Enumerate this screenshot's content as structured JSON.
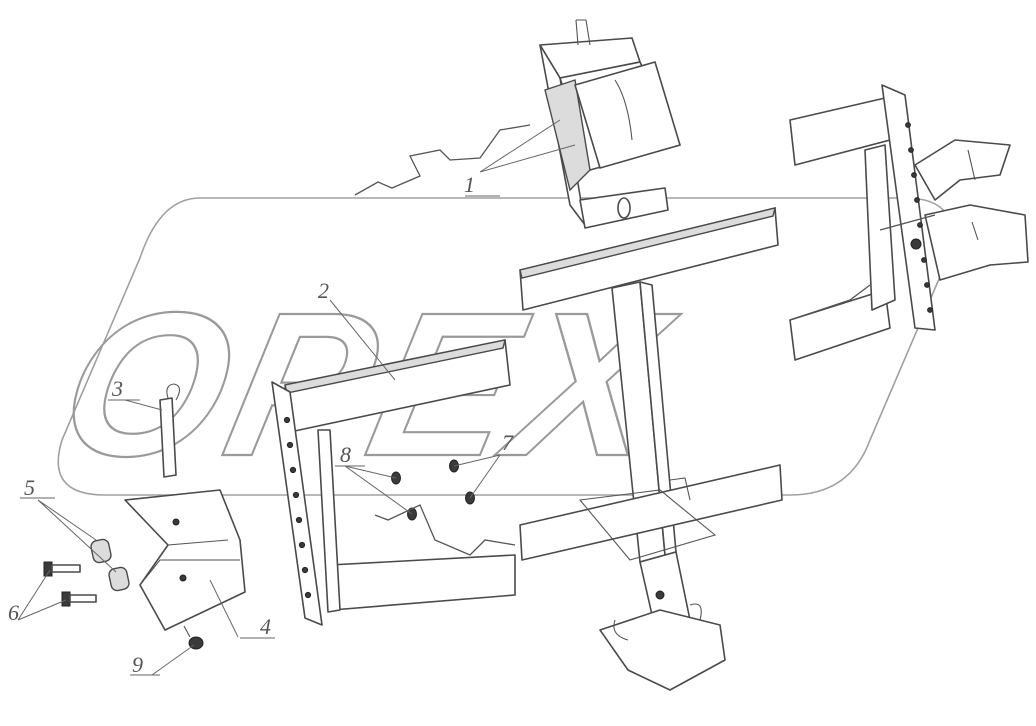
{
  "watermark": {
    "text": "OPEX"
  },
  "callouts": [
    {
      "id": "1",
      "text": "1"
    },
    {
      "id": "2",
      "text": "2"
    },
    {
      "id": "3",
      "text": "3"
    },
    {
      "id": "4",
      "text": "4"
    },
    {
      "id": "5",
      "text": "5"
    },
    {
      "id": "6",
      "text": "6"
    },
    {
      "id": "7",
      "text": "7"
    },
    {
      "id": "8",
      "text": "8"
    },
    {
      "id": "9",
      "text": "9"
    }
  ],
  "colors": {
    "line": "#4a4a4a",
    "watermark": "#9a9a9a",
    "shade": "#dcdcdc"
  }
}
